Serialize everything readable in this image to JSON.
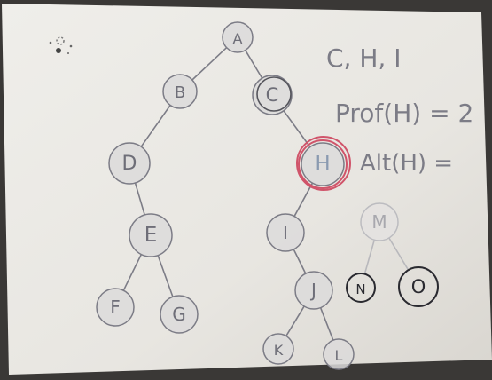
{
  "tree": {
    "nodes": [
      {
        "id": "A",
        "label": "A"
      },
      {
        "id": "B",
        "label": "B"
      },
      {
        "id": "C",
        "label": "C"
      },
      {
        "id": "D",
        "label": "D"
      },
      {
        "id": "E",
        "label": "E"
      },
      {
        "id": "F",
        "label": "F"
      },
      {
        "id": "G",
        "label": "G"
      },
      {
        "id": "H",
        "label": "H",
        "highlight": true
      },
      {
        "id": "I",
        "label": "I"
      },
      {
        "id": "J",
        "label": "J"
      },
      {
        "id": "K",
        "label": "K"
      },
      {
        "id": "L",
        "label": "L"
      },
      {
        "id": "M",
        "label": "M",
        "faded": true
      },
      {
        "id": "N",
        "label": "N",
        "dark": true
      },
      {
        "id": "O",
        "label": "O",
        "dark": true
      }
    ],
    "edges": [
      [
        "A",
        "B"
      ],
      [
        "A",
        "C"
      ],
      [
        "B",
        "D"
      ],
      [
        "D",
        "E"
      ],
      [
        "E",
        "F"
      ],
      [
        "E",
        "G"
      ],
      [
        "C",
        "H"
      ],
      [
        "H",
        "I"
      ],
      [
        "I",
        "J"
      ],
      [
        "J",
        "K"
      ],
      [
        "J",
        "L"
      ],
      [
        "M",
        "N"
      ],
      [
        "M",
        "O"
      ]
    ]
  },
  "notes": {
    "line1": "C, H, I",
    "line2": "Prof(H) = 2",
    "line3": "Alt(H) ="
  },
  "colors": {
    "paper": "#ebe9e4",
    "ink": "#7c7c86",
    "dark_ink": "#2a2a30",
    "highlight": "#d0546a",
    "node_fill": "#dcdadb"
  }
}
